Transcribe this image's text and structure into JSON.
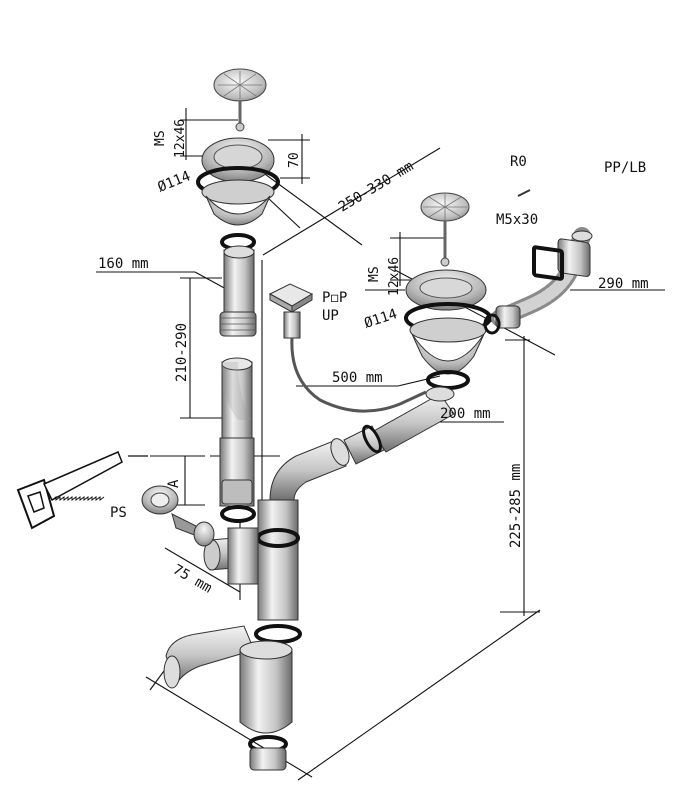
{
  "labels": {
    "ms_left": "MS",
    "size_left": "12x46",
    "dim_70": "70",
    "dia_left": "Ø114",
    "range_250_330": "250-330 mm",
    "r0": "R0",
    "pp_lb": "PP/LB",
    "m5x30": "M5x30",
    "dim_160": "160 mm",
    "ms_right": "MS",
    "size_right": "12x46",
    "dia_right": "Ø114",
    "dim_290": "290 mm",
    "pop": "P◻P",
    "up": "UP",
    "range_210_290": "210-290",
    "dim_500": "500 mm",
    "dim_200": "200 mm",
    "dim_a": "A",
    "range_225_285": "225-285 mm",
    "ps": "PS",
    "dim_75": "75 mm"
  },
  "colors": {
    "line": "#111111",
    "metal_light": "#e6e6e6",
    "metal_mid": "#b8b8b8",
    "metal_dark": "#6e6e6e",
    "gasket": "#1a1a1a"
  }
}
